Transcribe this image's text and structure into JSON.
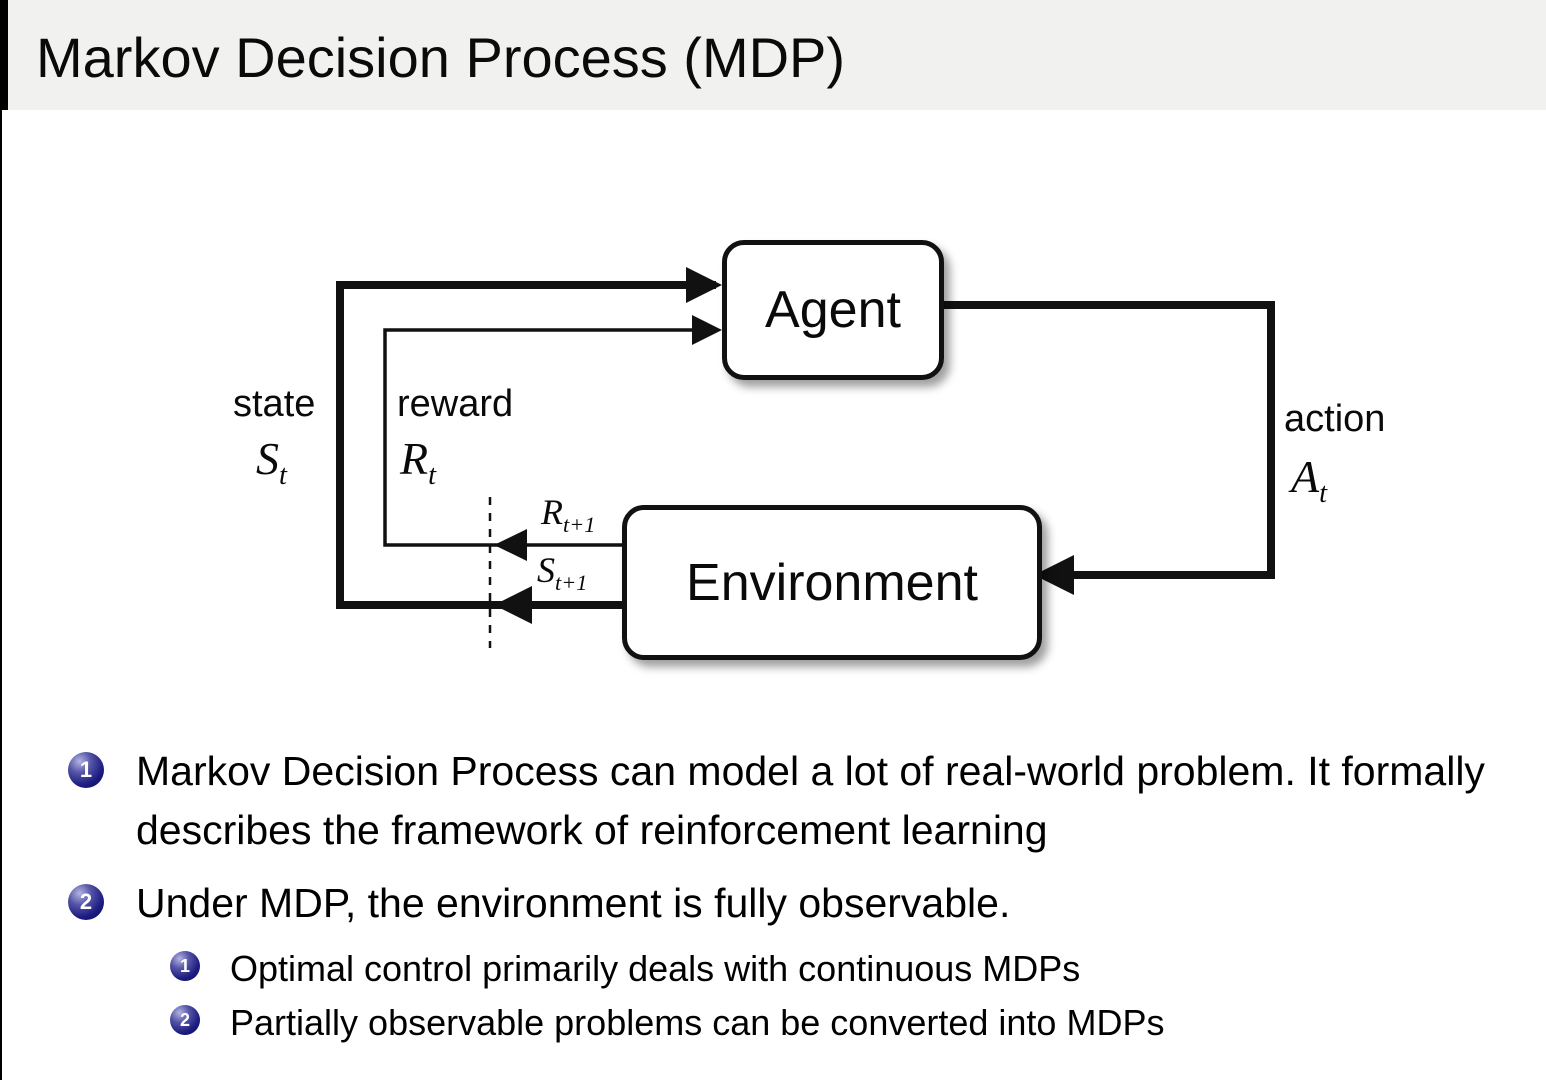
{
  "title": "Markov Decision Process (MDP)",
  "diagram": {
    "agent_label": "Agent",
    "environment_label": "Environment",
    "state_word": "state",
    "state_math": {
      "base": "S",
      "sub": "t"
    },
    "reward_word": "reward",
    "reward_math": {
      "base": "R",
      "sub": "t"
    },
    "action_word": "action",
    "action_math": {
      "base": "A",
      "sub": "t"
    },
    "next_reward_math": {
      "base": "R",
      "sub": "t+1"
    },
    "next_state_math": {
      "base": "S",
      "sub": "t+1"
    }
  },
  "bullets": [
    {
      "number": "1",
      "text": "Markov Decision Process can model a lot of real-world problem. It formally describes the framework of reinforcement learning"
    },
    {
      "number": "2",
      "text": "Under MDP, the environment is fully observable."
    }
  ],
  "sub_bullets": [
    {
      "number": "1",
      "text": "Optimal control primarily deals with continuous MDPs"
    },
    {
      "number": "2",
      "text": "Partially observable problems can be converted into MDPs"
    }
  ],
  "colors": {
    "title_band": "#f1f1f0",
    "ink": "#000000",
    "ball_navy": "#1c1c82"
  }
}
